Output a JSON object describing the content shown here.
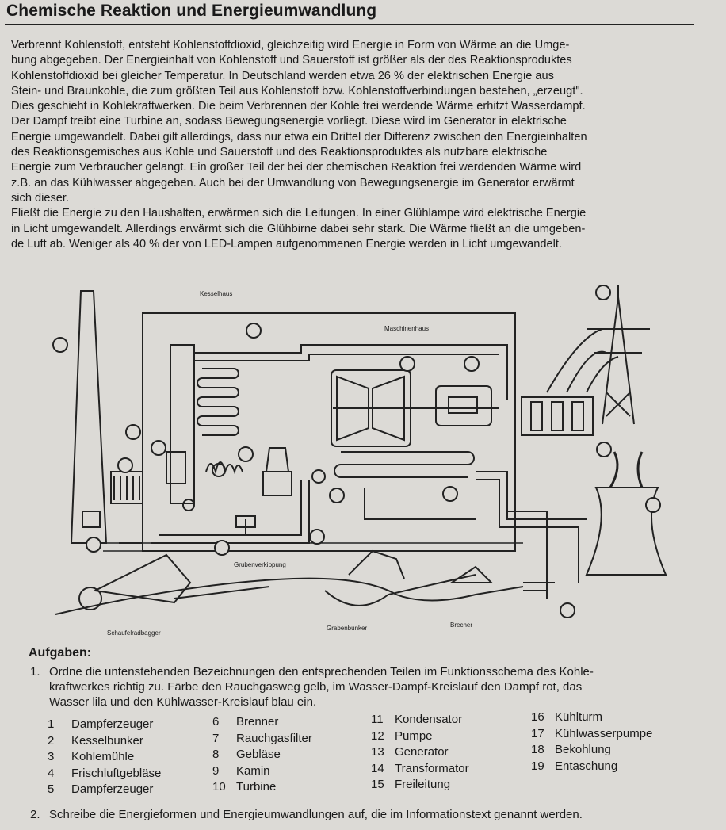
{
  "heading": "Chemische Reaktion und Energieumwandlung",
  "paragraphs": [
    [
      "Verbrennt Kohlenstoff, entsteht Kohlenstoffdioxid, gleichzeitig wird Energie in Form von Wärme an die Umge-",
      "bung abgegeben. Der Energieinhalt von Kohlenstoff und Sauerstoff ist größer als der des Reaktionsproduktes",
      "Kohlenstoffdioxid bei gleicher Temperatur. In Deutschland werden etwa 26 % der elektrischen Energie aus",
      "Stein- und Braunkohle, die zum größten Teil aus Kohlenstoff bzw. Kohlenstoffverbindungen bestehen, „erzeugt\".",
      "Dies geschieht in Kohlekraftwerken. Die beim Verbrennen der Kohle frei werdende Wärme erhitzt Wasserdampf.",
      "Der Dampf treibt eine Turbine an, sodass Bewegungsenergie vorliegt. Diese wird im Generator in elektrische",
      "Energie umgewandelt. Dabei gilt allerdings, dass nur etwa ein Drittel der Differenz zwischen den Energieinhalten",
      "des Reaktionsgemisches aus Kohle und Sauerstoff und des Reaktionsproduktes als nutzbare elektrische",
      "Energie zum Verbraucher gelangt. Ein großer Teil der bei der chemischen Reaktion frei werdenden Wärme wird",
      "z.B. an das Kühlwasser abgegeben. Auch bei der Umwandlung von Bewegungsenergie im Generator erwärmt",
      "sich dieser."
    ],
    [
      "Fließt die Energie zu den Haushalten, erwärmen sich die Leitungen. In einer Glühlampe wird elektrische Energie",
      "in Licht umgewandelt. Allerdings erwärmt sich die Glühbirne dabei sehr stark. Die Wärme fließt an die umgeben-",
      "de Luft ab. Weniger als 40 % der von LED-Lampen aufgenommenen Energie werden in Licht umgewandelt."
    ]
  ],
  "diagram": {
    "labels": {
      "kesselhaus": "Kesselhaus",
      "maschinenhaus": "Maschinenhaus",
      "grubenverkippung": "Grubenverkippung",
      "schaufelradbagger": "Schaufelradbagger",
      "grabenbunker": "Grabenbunker",
      "brecher": "Brecher"
    },
    "colors": {
      "line": "#222222",
      "paper": "#dcdad6"
    }
  },
  "tasks": {
    "heading": "Aufgaben:",
    "task1": {
      "number": "1.",
      "lines": [
        "Ordne die untenstehenden Bezeichnungen den entsprechenden Teilen im Funktionsschema des Kohle-",
        "kraftwerkes richtig zu. Färbe den Rauchgasweg gelb, im Wasser-Dampf-Kreislauf den Dampf rot, das",
        "Wasser lila und den Kühlwasser-Kreislauf blau ein."
      ]
    },
    "terms": [
      {
        "n": "1",
        "t": "Dampferzeuger"
      },
      {
        "n": "2",
        "t": "Kesselbunker"
      },
      {
        "n": "3",
        "t": "Kohlemühle"
      },
      {
        "n": "4",
        "t": "Frischluftgebläse"
      },
      {
        "n": "5",
        "t": "Dampferzeuger"
      },
      {
        "n": "6",
        "t": "Brenner"
      },
      {
        "n": "7",
        "t": "Rauchgasfilter"
      },
      {
        "n": "8",
        "t": "Gebläse"
      },
      {
        "n": "9",
        "t": "Kamin"
      },
      {
        "n": "10",
        "t": "Turbine"
      },
      {
        "n": "11",
        "t": "Kondensator"
      },
      {
        "n": "12",
        "t": "Pumpe"
      },
      {
        "n": "13",
        "t": "Generator"
      },
      {
        "n": "14",
        "t": "Transformator"
      },
      {
        "n": "15",
        "t": "Freileitung"
      },
      {
        "n": "16",
        "t": "Kühlturm"
      },
      {
        "n": "17",
        "t": "Kühlwasserpumpe"
      },
      {
        "n": "18",
        "t": "Bekohlung"
      },
      {
        "n": "19",
        "t": "Entaschung"
      }
    ],
    "task2": {
      "number": "2.",
      "text": "Schreibe die Energieformen und Energieumwandlungen auf, die im Informationstext genannt werden."
    }
  }
}
